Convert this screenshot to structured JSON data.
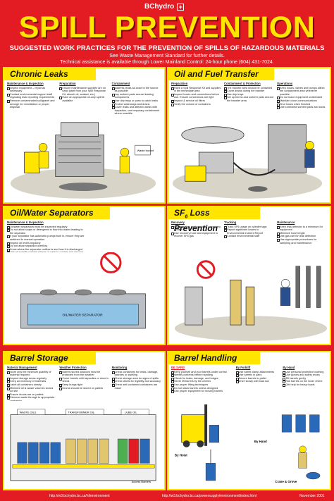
{
  "header": {
    "brand": "BChydro",
    "title": "SPILL PREVENTION",
    "subtitle": "SUGGESTED WORK PRACTICES FOR THE PREVENTION OF SPILLS OF HAZARDOUS MATERIALS",
    "note1": "See Waste Management Standard for further details.",
    "note2": "Technical assistance is available through Lower Mainland Control: 24-hour phone (604) 431-7024."
  },
  "panels": {
    "chronic": {
      "title": "Chronic Leaks",
      "cols": [
        {
          "head": "Maintenance & Inspection",
          "items": [
            "Inspect equipment – repair as necessary",
            "Contact environmental support staff regarding leak reporting requirements",
            "Remove contaminated soil/gravel and arrange for remediation or proper disposal"
          ]
        },
        {
          "head": "Preparation",
          "items": [
            "Ensure maintenance supplies are on hand (start from your Spill Response Kit, absorb oil, sealant, etc.)",
            "Have an appropriate oil-only spill kit available"
          ]
        },
        {
          "head": "Containment",
          "items": [
            "Address leaks as close to the source as possible",
            "Lay sorbent pads around leaking components",
            "Use drip trays or pans to catch leaks",
            "Protect waterways and drains",
            "Cover leaks and affected areas with tarpaulins, use tenporary containment where possible"
          ]
        }
      ]
    },
    "oil": {
      "title": "Oil and Fuel Transfer",
      "cols": [
        {
          "head": "Preparation",
          "items": [
            "Have a Spill Response Kit and supplies in the immediate area",
            "Inspect hoses and connections before use. Ensure connections are tight",
            "Inspect & service oil filters",
            "Verify the volume of containers"
          ]
        },
        {
          "head": "Containment & Protection",
          "items": [
            "The transfer area should be contained",
            "Cover drains during the transfer",
            "Use drip trays",
            "Set up berms and sorbent pads around the transfer area"
          ]
        },
        {
          "head": "Operations",
          "items": [
            "Keep hoses, valves and pumps within the containment area whenever possible",
            "Do not leave equipment unattended",
            "Maintain close communications",
            "Shut hoses when finished",
            "Use controlled sorbent pads and locks"
          ]
        }
      ]
    },
    "ows": {
      "title": "Oil/Water Separators",
      "cols": [
        {
          "head": "Maintenance & Inspection",
          "items": [
            "Oil/water separators must be inspected regularly",
            "Do not allow soaps or detergents to flow into drains leading to the separator",
            "If your separator has automatic pumps built in, ensure they are switched to manual operation",
            "Inspect oil levels regularly",
            "Do not allow separator overflow",
            "Know where the separator outflow is and how it is discharged",
            "Use all specific sorbent pillows or pads to contain and remove absorbed oil",
            "Ensure all skimmer is operating properly before use"
          ]
        }
      ]
    },
    "sf6": {
      "title": "SF",
      "title_sub": "6",
      "title_rest": " Loss Prevention",
      "cols": [
        {
          "head": "Recovery",
          "items": [
            "Use cylinders equipped with a recovery system",
            "Use recovery hose and equipment to recover SF6 gas"
          ]
        },
        {
          "head": "Tracking",
          "items": [
            "Track SF6 usage on cylinder tags",
            "Report significant losses to Environmental Incident Report",
            "Contact environmental staff"
          ]
        },
        {
          "head": "Maintenance",
          "items": [
            "Keep leak detector to a minimum for equipment",
            "Minimize hose length",
            "Use gas cart for leak detection",
            "Use appropriate procedures for sampling and maintenance"
          ]
        }
      ]
    },
    "barrel": {
      "title": "Barrel Storage",
      "cols": [
        {
          "head": "Material Management",
          "items": [
            "Store only the minimum quantity of material required",
            "Inspect storage areas regularly",
            "Keep an inventory of materials",
            "Label all containers clearly",
            "Minimize oil & waste volumes stored on site",
            "Ensure drums are on pallets",
            "Remove waste through to appropriate contractor"
          ]
        },
        {
          "head": "Weather Protection",
          "items": [
            "Barrels stored outdoors must be protected from the weather",
            "Cover barrels with tarpaulins or store in sheds",
            "Keep bungs tight",
            "Drums should be stored on pallets"
          ]
        },
        {
          "head": "Monitoring",
          "items": [
            "Check containers for leaks, damage, patches or swelling",
            "Check storage area for signs of spills",
            "Check labels for legibility and accuracy",
            "Check self-contained containers are intact"
          ]
        }
      ]
    },
    "handling": {
      "title": "Barrel Handling",
      "cols": [
        {
          "head": "BE SAFE!",
          "items": [
            "Keep yourself and your barrels under control",
            "Identify contents before handling",
            "Check for leaks, damage, and bulges",
            "Never lift barrels by the chimes",
            "Use proper lifting techniques",
            "Do not stack barrels unless designed",
            "Use proper equipment for moving barrels"
          ]
        },
        {
          "head": "By Forklift",
          "items": [
            "Use barrel clamp attachments",
            "Use barrels in pairs",
            "Secure barrels to pallet",
            "Drive slowly with load low"
          ]
        },
        {
          "head": "By Hand",
          "items": [
            "Use personal protective clothing",
            "Use gloves and safety shoes",
            "Tilt barrels gently",
            "Roll barrels on the lower chime",
            "Get help for heavy loads"
          ]
        }
      ]
    }
  },
  "illus_labels": {
    "chronic_sign": "Waste bucket",
    "barrel_labels": [
      "WASTE OILS",
      "TRANSFORMER OIL",
      "LUBE OIL"
    ],
    "separator": "OIL/WATER SEPARATOR",
    "barrel_note": "Access Barriers",
    "handling_notes": [
      "By Hoist",
      "By Hand",
      "Crane & Grove"
    ]
  },
  "footer": {
    "url1": "http://w3.bchydro.bc.ca/hl/environment",
    "url2": "http://w3.bchydro.bc.ca/powersupply/environment/index.html",
    "date": "November 2001"
  },
  "colors": {
    "background": "#e31c23",
    "accent": "#ffe500",
    "panel": "#ffffff"
  }
}
